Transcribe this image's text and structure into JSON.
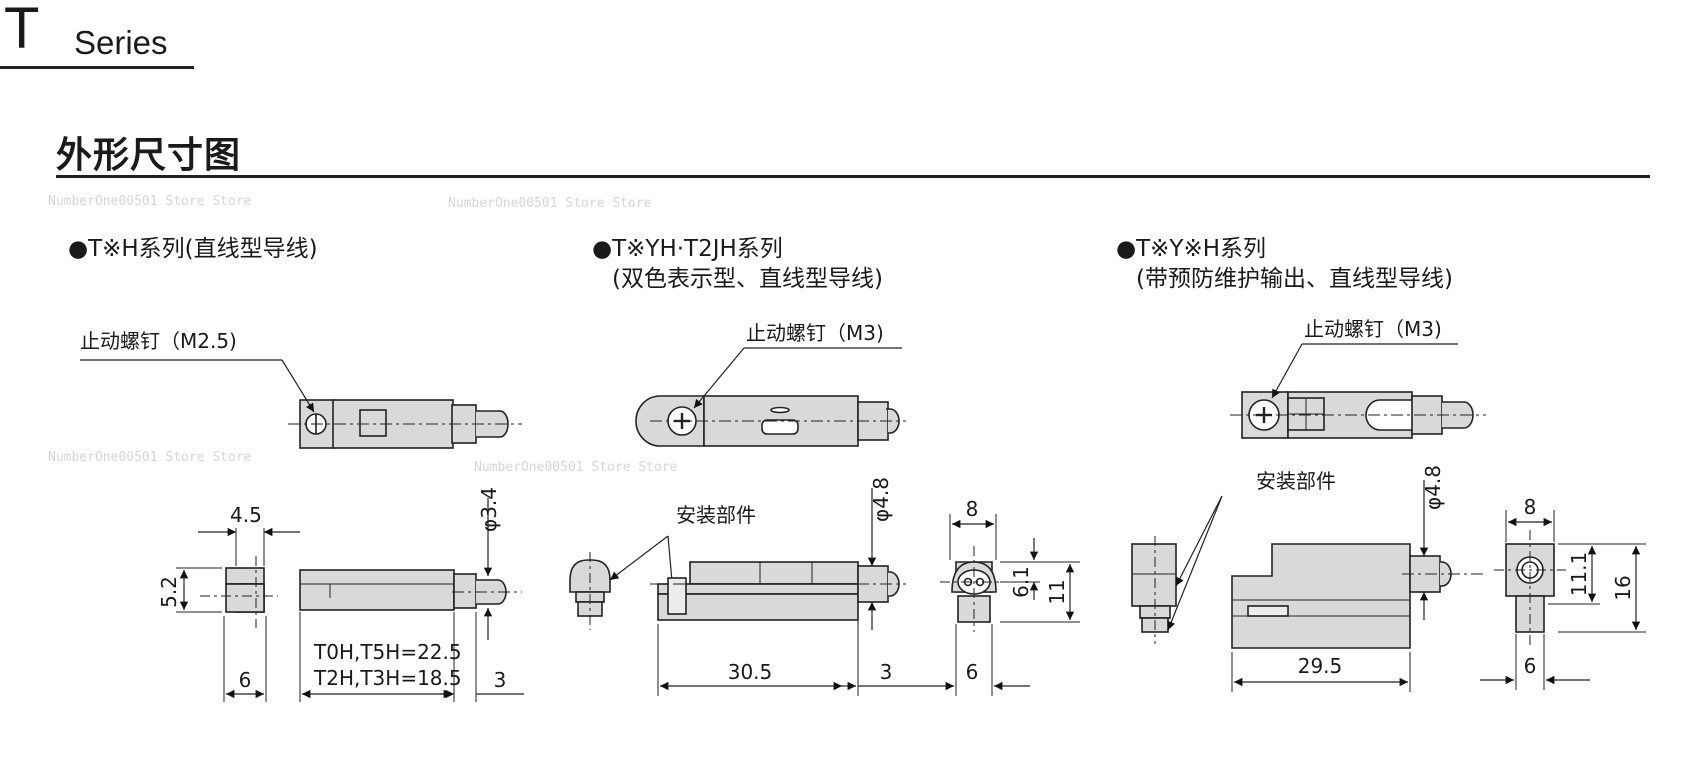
{
  "header": {
    "series_letter": "T",
    "series_word": "Series"
  },
  "title": "外形尺寸图",
  "sections": [
    {
      "title_line1": "●T※H系列(直线型导线)",
      "title_line2": "",
      "screw_label": "止动螺钉（M2.5)",
      "dims": {
        "top_width": "4.5",
        "left_height": "5.2",
        "diameter": "φ3.4",
        "left_bottom": "6",
        "length_line1": "T0H,T5H=22.5",
        "length_line2": "T2H,T3H=18.5",
        "right_bottom": "3"
      }
    },
    {
      "title_line1": "●T※YH·T2JH系列",
      "title_line2": "(双色表示型、直线型导线)",
      "screw_label": "止动螺钉（M3)",
      "mount_label": "安装部件",
      "dims": {
        "diameter": "φ4.8",
        "length": "30.5",
        "tail": "3",
        "end_width_top": "8",
        "end_width_bottom": "6",
        "height_inner": "6.1",
        "height_outer": "11"
      }
    },
    {
      "title_line1": "●T※Y※H系列",
      "title_line2": "(带预防维护输出、直线型导线)",
      "screw_label": "止动螺钉（M3)",
      "mount_label": "安装部件",
      "dims": {
        "diameter": "φ4.8",
        "length": "29.5",
        "end_width_top": "8",
        "end_width_bottom": "6",
        "height_inner": "11.1",
        "height_outer": "16"
      }
    }
  ],
  "watermark": "NumberOne00501 Store Store"
}
